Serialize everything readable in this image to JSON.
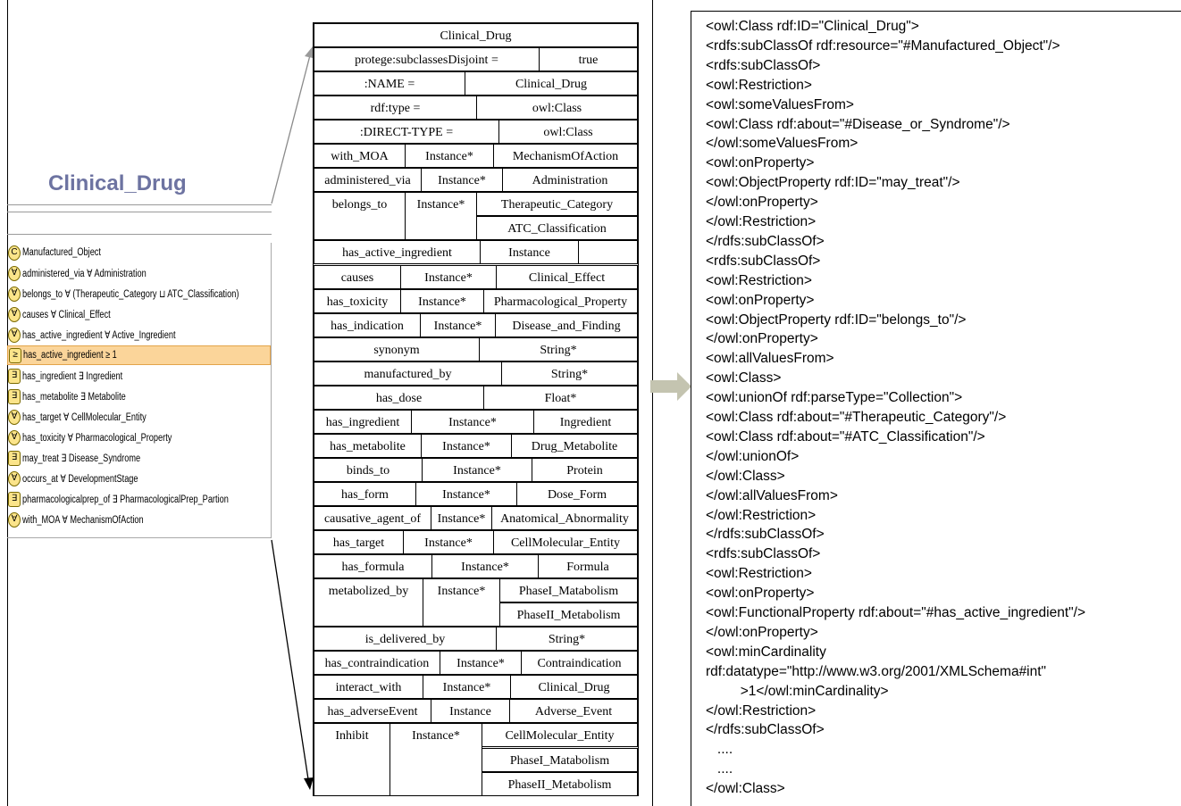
{
  "left_panel": {
    "class_title": "Clinical_Drug",
    "restrictions": [
      {
        "badge": "C",
        "text": "Manufactured_Object"
      },
      {
        "badge": "∀",
        "text": "administered_via ∀ Administration"
      },
      {
        "badge": "∀",
        "text": "belongs_to ∀ (Therapeutic_Category ⊔ ATC_Classification)"
      },
      {
        "badge": "∀",
        "text": "causes ∀ Clinical_Effect"
      },
      {
        "badge": "∀",
        "text": "has_active_ingredient ∀ Active_Ingredient"
      },
      {
        "badge": "≥",
        "text": "has_active_ingredient ≥ 1",
        "selected": true
      },
      {
        "badge": "∃",
        "text": "has_ingredient ∃ Ingredient"
      },
      {
        "badge": "∃",
        "text": "has_metabolite ∃ Metabolite"
      },
      {
        "badge": "∀",
        "text": "has_target ∀ CellMolecular_Entity"
      },
      {
        "badge": "∀",
        "text": "has_toxicity ∀ Pharmacological_Property"
      },
      {
        "badge": "∃",
        "text": "may_treat ∃ Disease_Syndrome"
      },
      {
        "badge": "∀",
        "text": "occurs_at ∀ DevelopmentStage"
      },
      {
        "badge": "∃",
        "text": "pharmacologicalprep_of ∃ PharmacologicalPrep_Partion"
      },
      {
        "badge": "∀",
        "text": "with_MOA ∀ MechanismOfAction"
      }
    ]
  },
  "frame": {
    "title": "Clinical_Drug",
    "rows": [
      [
        "protege:subclassesDisjoint =",
        "true"
      ],
      [
        ":NAME =",
        "Clinical_Drug"
      ],
      [
        "rdf:type =",
        "owl:Class"
      ],
      [
        ":DIRECT-TYPE =",
        "owl:Class"
      ],
      [
        "with_MOA",
        "Instance*",
        "MechanismOfAction"
      ],
      [
        "administered_via",
        "Instance*",
        "Administration"
      ],
      [
        "belongs_to",
        "Instance*",
        "Therapeutic_Category",
        "ATC_Classification"
      ],
      [
        "has_active_ingredient",
        "Instance"
      ],
      [
        "causes",
        "Instance*",
        "Clinical_Effect"
      ],
      [
        "has_toxicity",
        "Instance*",
        "Pharmacological_Property"
      ],
      [
        "has_indication",
        "Instance*",
        "Disease_and_Finding"
      ],
      [
        "synonym",
        "String*"
      ],
      [
        "manufactured_by",
        "String*"
      ],
      [
        "has_dose",
        "Float*"
      ],
      [
        "has_ingredient",
        "Instance*",
        "Ingredient"
      ],
      [
        "has_metabolite",
        "Instance*",
        "Drug_Metabolite"
      ],
      [
        "binds_to",
        "Instance*",
        "Protein"
      ],
      [
        "has_form",
        "Instance*",
        "Dose_Form"
      ],
      [
        "causative_agent_of",
        "Instance*",
        "Anatomical_Abnormality"
      ],
      [
        "has_target",
        "Instance*",
        "CellMolecular_Entity"
      ],
      [
        "has_formula",
        "Instance*",
        "Formula"
      ],
      [
        "metabolized_by",
        "Instance*",
        "PhaseI_Matabolism",
        "PhaseII_Metabolism"
      ],
      [
        "is_delivered_by",
        "String*"
      ],
      [
        "has_contraindication",
        "Instance*",
        "Contraindication"
      ],
      [
        "interact_with",
        "Instance*",
        "Clinical_Drug"
      ],
      [
        "has_adverseEvent",
        "Instance",
        "Adverse_Event"
      ],
      [
        "Inhibit",
        "Instance*",
        "CellMolecular_Entity",
        "PhaseI_Matabolism",
        "PhaseII_Metabolism"
      ]
    ]
  },
  "code": {
    "lines": [
      "<owl:Class rdf:ID=\"Clinical_Drug\">",
      "<rdfs:subClassOf rdf:resource=\"#Manufactured_Object\"/>",
      "<rdfs:subClassOf>",
      "<owl:Restriction>",
      "<owl:someValuesFrom>",
      "<owl:Class rdf:about=\"#Disease_or_Syndrome\"/>",
      "</owl:someValuesFrom>",
      "<owl:onProperty>",
      "<owl:ObjectProperty rdf:ID=\"may_treat\"/>",
      "</owl:onProperty>",
      "</owl:Restriction>",
      "</rdfs:subClassOf>",
      "<rdfs:subClassOf>",
      "<owl:Restriction>",
      "<owl:onProperty>",
      "<owl:ObjectProperty rdf:ID=\"belongs_to\"/>",
      "</owl:onProperty>",
      "<owl:allValuesFrom>",
      "<owl:Class>",
      "<owl:unionOf rdf:parseType=\"Collection\">",
      "<owl:Class rdf:about=\"#Therapeutic_Category\"/>",
      "<owl:Class rdf:about=\"#ATC_Classification\"/>",
      "</owl:unionOf>",
      "</owl:Class>",
      "</owl:allValuesFrom>",
      "</owl:Restriction>",
      "</rdfs:subClassOf>",
      "<rdfs:subClassOf>",
      "<owl:Restriction>",
      "<owl:onProperty>",
      "<owl:FunctionalProperty rdf:about=\"#has_active_ingredient\"/>",
      "</owl:onProperty>",
      "<owl:minCardinality",
      "rdf:datatype=\"http://www.w3.org/2001/XMLSchema#int\"",
      "         >1</owl:minCardinality>",
      "</owl:Restriction>",
      "</rdfs:subClassOf>",
      "   ....",
      "   ....",
      "</owl:Class>"
    ]
  }
}
